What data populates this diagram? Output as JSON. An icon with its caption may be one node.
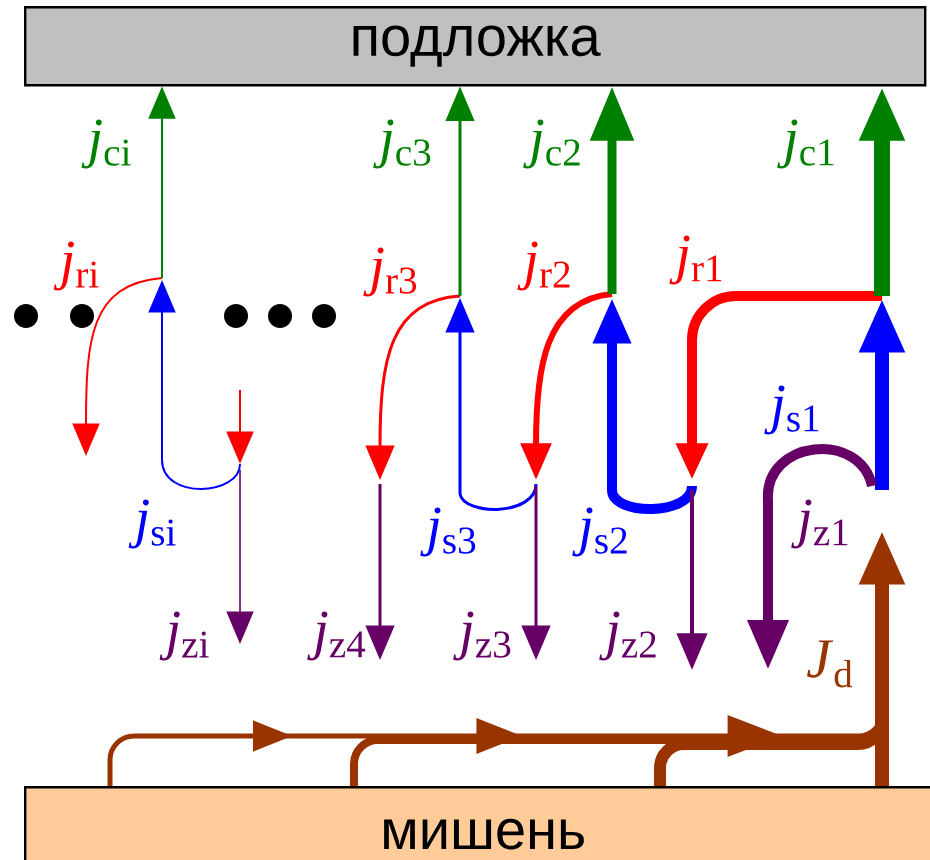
{
  "diagram": {
    "nodes": [
      {
        "text": [
          "подложка"
        ]
      },
      {
        "text": [
          "мишень"
        ]
      }
    ],
    "edges": [
      {
        "from": null,
        "to": 0,
        "arrow": "to",
        "label": "*j*$_{ci}$",
        "color": "#008000"
      },
      {
        "from": null,
        "to": 0,
        "arrow": "to",
        "label": "*j*$_{c3}$",
        "color": "#008000"
      },
      {
        "from": null,
        "to": 0,
        "arrow": "to",
        "label": "*j*$_{c2}$",
        "color": "#008000"
      },
      {
        "from": null,
        "to": 0,
        "arrow": "to",
        "label": "*j*$_{c1}$",
        "color": "#008000"
      },
      {
        "from": 1,
        "to": null,
        "arrow": "to",
        "label": "*J*$_{d}$",
        "color": "#993300"
      }
    ],
    "labels": [
      "*j*$_{ri}$",
      "*j*$_{r3}$",
      "*j*$_{r2}$",
      "*j*$_{r1}$",
      "*j*$_{s1}$",
      "*j*$_{si}$",
      "*j*$_{s3}$",
      "*j*$_{s2}$",
      "*j*$_{z1}$",
      "*j*$_{zi}$",
      "*j*$_{z4}$",
      "*j*$_{z3}$",
      "*j*$_{z2}$"
    ]
  }
}
